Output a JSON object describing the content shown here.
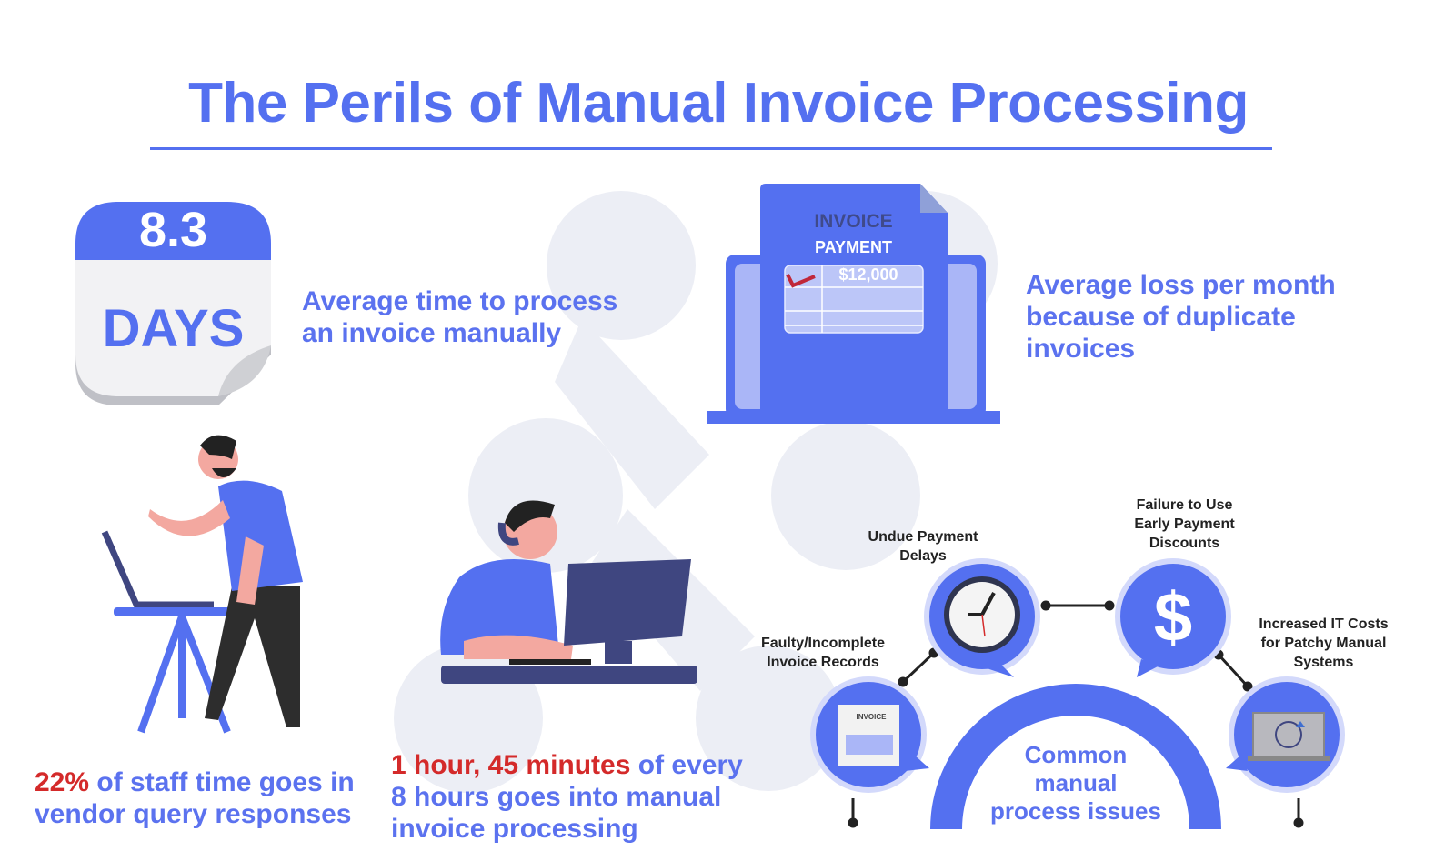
{
  "title": "The Perils of Manual Invoice Processing",
  "calendar": {
    "number": "8.3",
    "unit": "DAYS"
  },
  "stat_processing_time": {
    "line1": "Average time to process",
    "line2": "an invoice manually"
  },
  "invoice_graphic": {
    "heading": "INVOICE",
    "subheading": "PAYMENT",
    "amount": "$12,000"
  },
  "stat_duplicate_loss": {
    "line1": "Average loss per month",
    "line2": "because of duplicate",
    "line3": "invoices"
  },
  "stat_staff_time": {
    "highlight": "22%",
    "line1_rest": " of staff time goes in",
    "line2": "vendor query responses"
  },
  "stat_hours": {
    "highlight": "1 hour, 45 minutes",
    "line1_rest": " of every",
    "line2": "8 hours goes into manual",
    "line3": "invoice processing"
  },
  "issues": {
    "center_label": [
      "Common",
      "manual",
      "process issues"
    ],
    "items": [
      {
        "label": [
          "Faulty/Incomplete",
          "Invoice Records"
        ],
        "icon": "invoice-icon",
        "icon_text": "INVOICE"
      },
      {
        "label": [
          "Undue Payment",
          "Delays"
        ],
        "icon": "clock-icon"
      },
      {
        "label": [
          "Failure to Use",
          "Early Payment",
          "Discounts"
        ],
        "icon": "dollar-icon"
      },
      {
        "label": [
          "Increased IT Costs",
          "for Patchy Manual",
          "Systems"
        ],
        "icon": "laptop-update-icon"
      }
    ]
  },
  "colors": {
    "brand": "#5470f0",
    "accent_red": "#d42a2a",
    "background_shape": "#eceef5"
  }
}
